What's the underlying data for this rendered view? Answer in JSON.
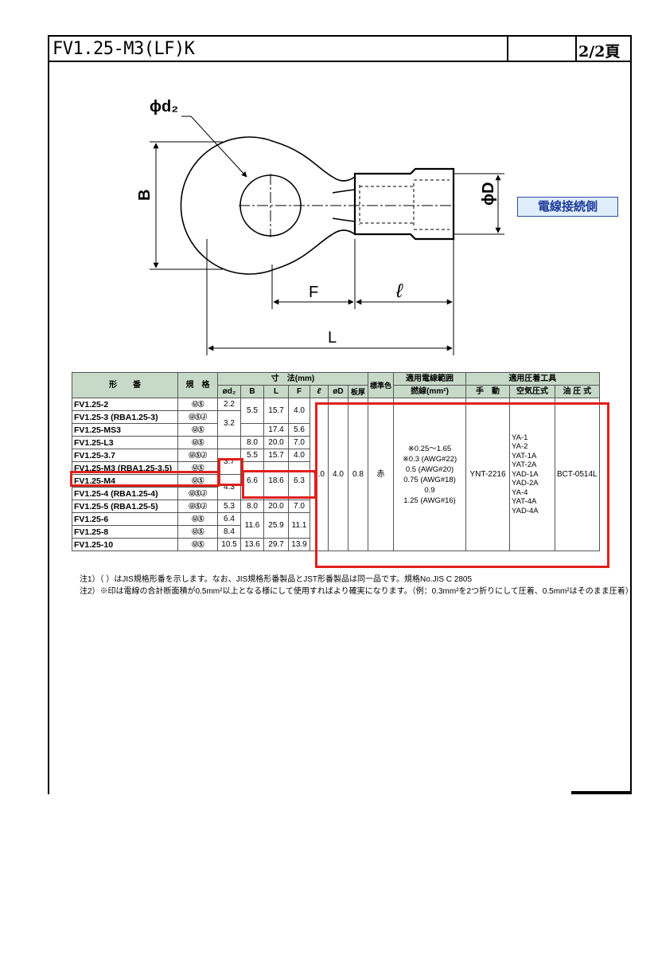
{
  "header": {
    "title": "FV1.25-M3(LF)K",
    "page": "2/2頁"
  },
  "diagram": {
    "labels": {
      "d2": "ϕd₂",
      "B": "B",
      "D": "ϕD",
      "F": "F",
      "l": "ℓ",
      "L": "L"
    },
    "wire_side_label": "電線接続側"
  },
  "table": {
    "headers": {
      "model": "形　　番",
      "standard": "規　格",
      "dimensions": "寸　法(mm)",
      "color": "標準色",
      "wire_range": "適用電線範囲",
      "tools": "適用圧着工具",
      "d2": "ød₂",
      "B": "B",
      "L": "L",
      "F": "F",
      "l": "ℓ",
      "D": "øD",
      "thickness": "板厚",
      "stranded": "撚線(mm²)",
      "manual": "手　動",
      "pneumatic": "空気圧式",
      "hydraulic": "油 圧 式"
    },
    "rows": [
      {
        "model": "FV1.25-2",
        "cert": "ⓊⓈ",
        "d2": "2.2",
        "B": "",
        "L": "",
        "F": ""
      },
      {
        "model": "FV1.25-3 (RBA1.25-3)",
        "cert": "ⓊⓈⒿ",
        "d2": "",
        "B": "5.5",
        "L": "15.7",
        "F": "4.0"
      },
      {
        "model": "FV1.25-MS3",
        "cert": "ⓊⓈ",
        "d2": "3.2",
        "B": "",
        "L": "17.4",
        "F": "5.6"
      },
      {
        "model": "FV1.25-L3",
        "cert": "ⓊⓈ",
        "d2": "",
        "B": "8.0",
        "L": "20.0",
        "F": "7.0"
      },
      {
        "model": "FV1.25-3.7",
        "cert": "ⓊⓈⒿ",
        "d2": "3.7",
        "B": "5.5",
        "L": "15.7",
        "F": "4.0"
      },
      {
        "model": "FV1.25-M3 (RBA1.25-3.5)",
        "cert": "ⓊⓈ",
        "d2": "",
        "B": "",
        "L": "",
        "F": ""
      },
      {
        "model": "FV1.25-M4",
        "cert": "ⓊⓈ",
        "d2": "4.3",
        "B": "6.6",
        "L": "18.6",
        "F": "6.3"
      },
      {
        "model": "FV1.25-4 (RBA1.25-4)",
        "cert": "ⓊⓈⒿ",
        "d2": "",
        "B": "",
        "L": "",
        "F": ""
      },
      {
        "model": "FV1.25-5 (RBA1.25-5)",
        "cert": "ⓊⓈⒿ",
        "d2": "5.3",
        "B": "8.0",
        "L": "20.0",
        "F": "7.0"
      },
      {
        "model": "FV1.25-6",
        "cert": "ⓊⓈ",
        "d2": "6.4",
        "B": "",
        "L": "",
        "F": ""
      },
      {
        "model": "FV1.25-8",
        "cert": "ⓊⓈ",
        "d2": "8.4",
        "B": "11.6",
        "L": "25.9",
        "F": "11.1"
      },
      {
        "model": "FV1.25-10",
        "cert": "ⓊⓈ",
        "d2": "10.5",
        "B": "13.6",
        "L": "29.7",
        "F": "13.9"
      }
    ],
    "common": {
      "l": "9.0",
      "D": "4.0",
      "thickness": "0.8",
      "color": "赤",
      "wire_range": [
        "※0.25〜1.65",
        "※0.3 (AWG#22)",
        "0.5 (AWG#20)",
        "0.75 (AWG#18)",
        "0.9",
        "1.25 (AWG#16)"
      ],
      "manual": "YNT-2216",
      "pneumatic": [
        "YA-1",
        "YA-2",
        "YAT-1A",
        "YAT-2A",
        "YAD-1A",
        "YAD-2A",
        "YA-4",
        "YAT-4A",
        "YAD-4A"
      ],
      "hydraulic": "BCT-0514L"
    }
  },
  "notes": [
    "注1）（  ）はJIS規格形番を示します。なお、JIS規格形番製品とJST形番製品は同一品です。規格No.JIS C 2805",
    "注2）※印は電線の合計断面積が0.5mm²以上となる様にして使用すればより確実になります。（例：0.3mm²を2つ折りにして圧着、0.5mm²はそのまま圧着）"
  ]
}
